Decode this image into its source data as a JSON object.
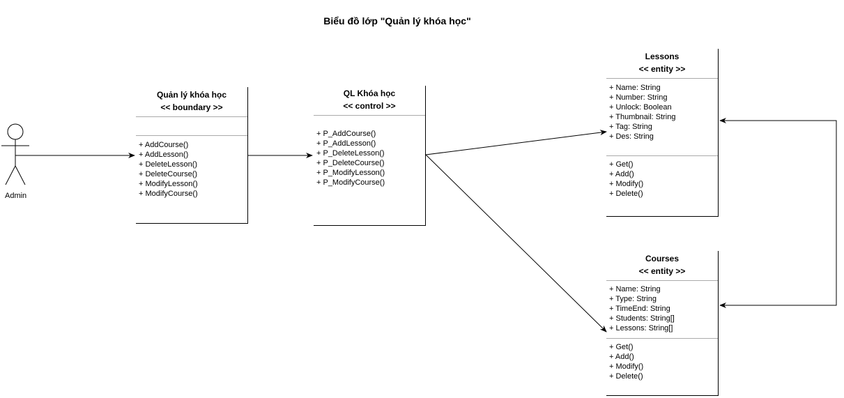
{
  "title": "Biểu đồ lớp \"Quản lý khóa học\"",
  "actor": {
    "label": "Admin"
  },
  "boundary": {
    "name": "Quản lý khóa học",
    "stereotype": "<< boundary >>",
    "attributes": [],
    "methods": [
      "+ AddCourse()",
      "+ AddLesson()",
      "+ DeleteLesson()",
      "+ DeleteCourse()",
      "+ ModifyLesson()",
      "+ ModifyCourse()"
    ]
  },
  "control": {
    "name": "QL Khóa học",
    "stereotype": "<< control >>",
    "methods": [
      "+ P_AddCourse()",
      "+ P_AddLesson()",
      "+ P_DeleteLesson()",
      "+ P_DeleteCourse()",
      "+ P_ModifyLesson()",
      "+ P_ModifyCourse()"
    ]
  },
  "lessons": {
    "name": "Lessons",
    "stereotype": "<< entity >>",
    "attributes": [
      "+ Name: String",
      "+ Number: String",
      "+ Unlock: Boolean",
      "+ Thumbnail: String",
      "+ Tag: String",
      "+ Des: String"
    ],
    "methods": [
      "+ Get()",
      "+ Add()",
      "+ Modify()",
      "+ Delete()"
    ]
  },
  "courses": {
    "name": "Courses",
    "stereotype": "<< entity >>",
    "attributes": [
      "+ Name: String",
      "+ Type: String",
      "+ TimeEnd: String",
      "+ Students: String[]",
      "+ Lessons: String[]"
    ],
    "methods": [
      "+ Get()",
      "+ Add()",
      "+ Modify()",
      "+ Delete()"
    ]
  }
}
